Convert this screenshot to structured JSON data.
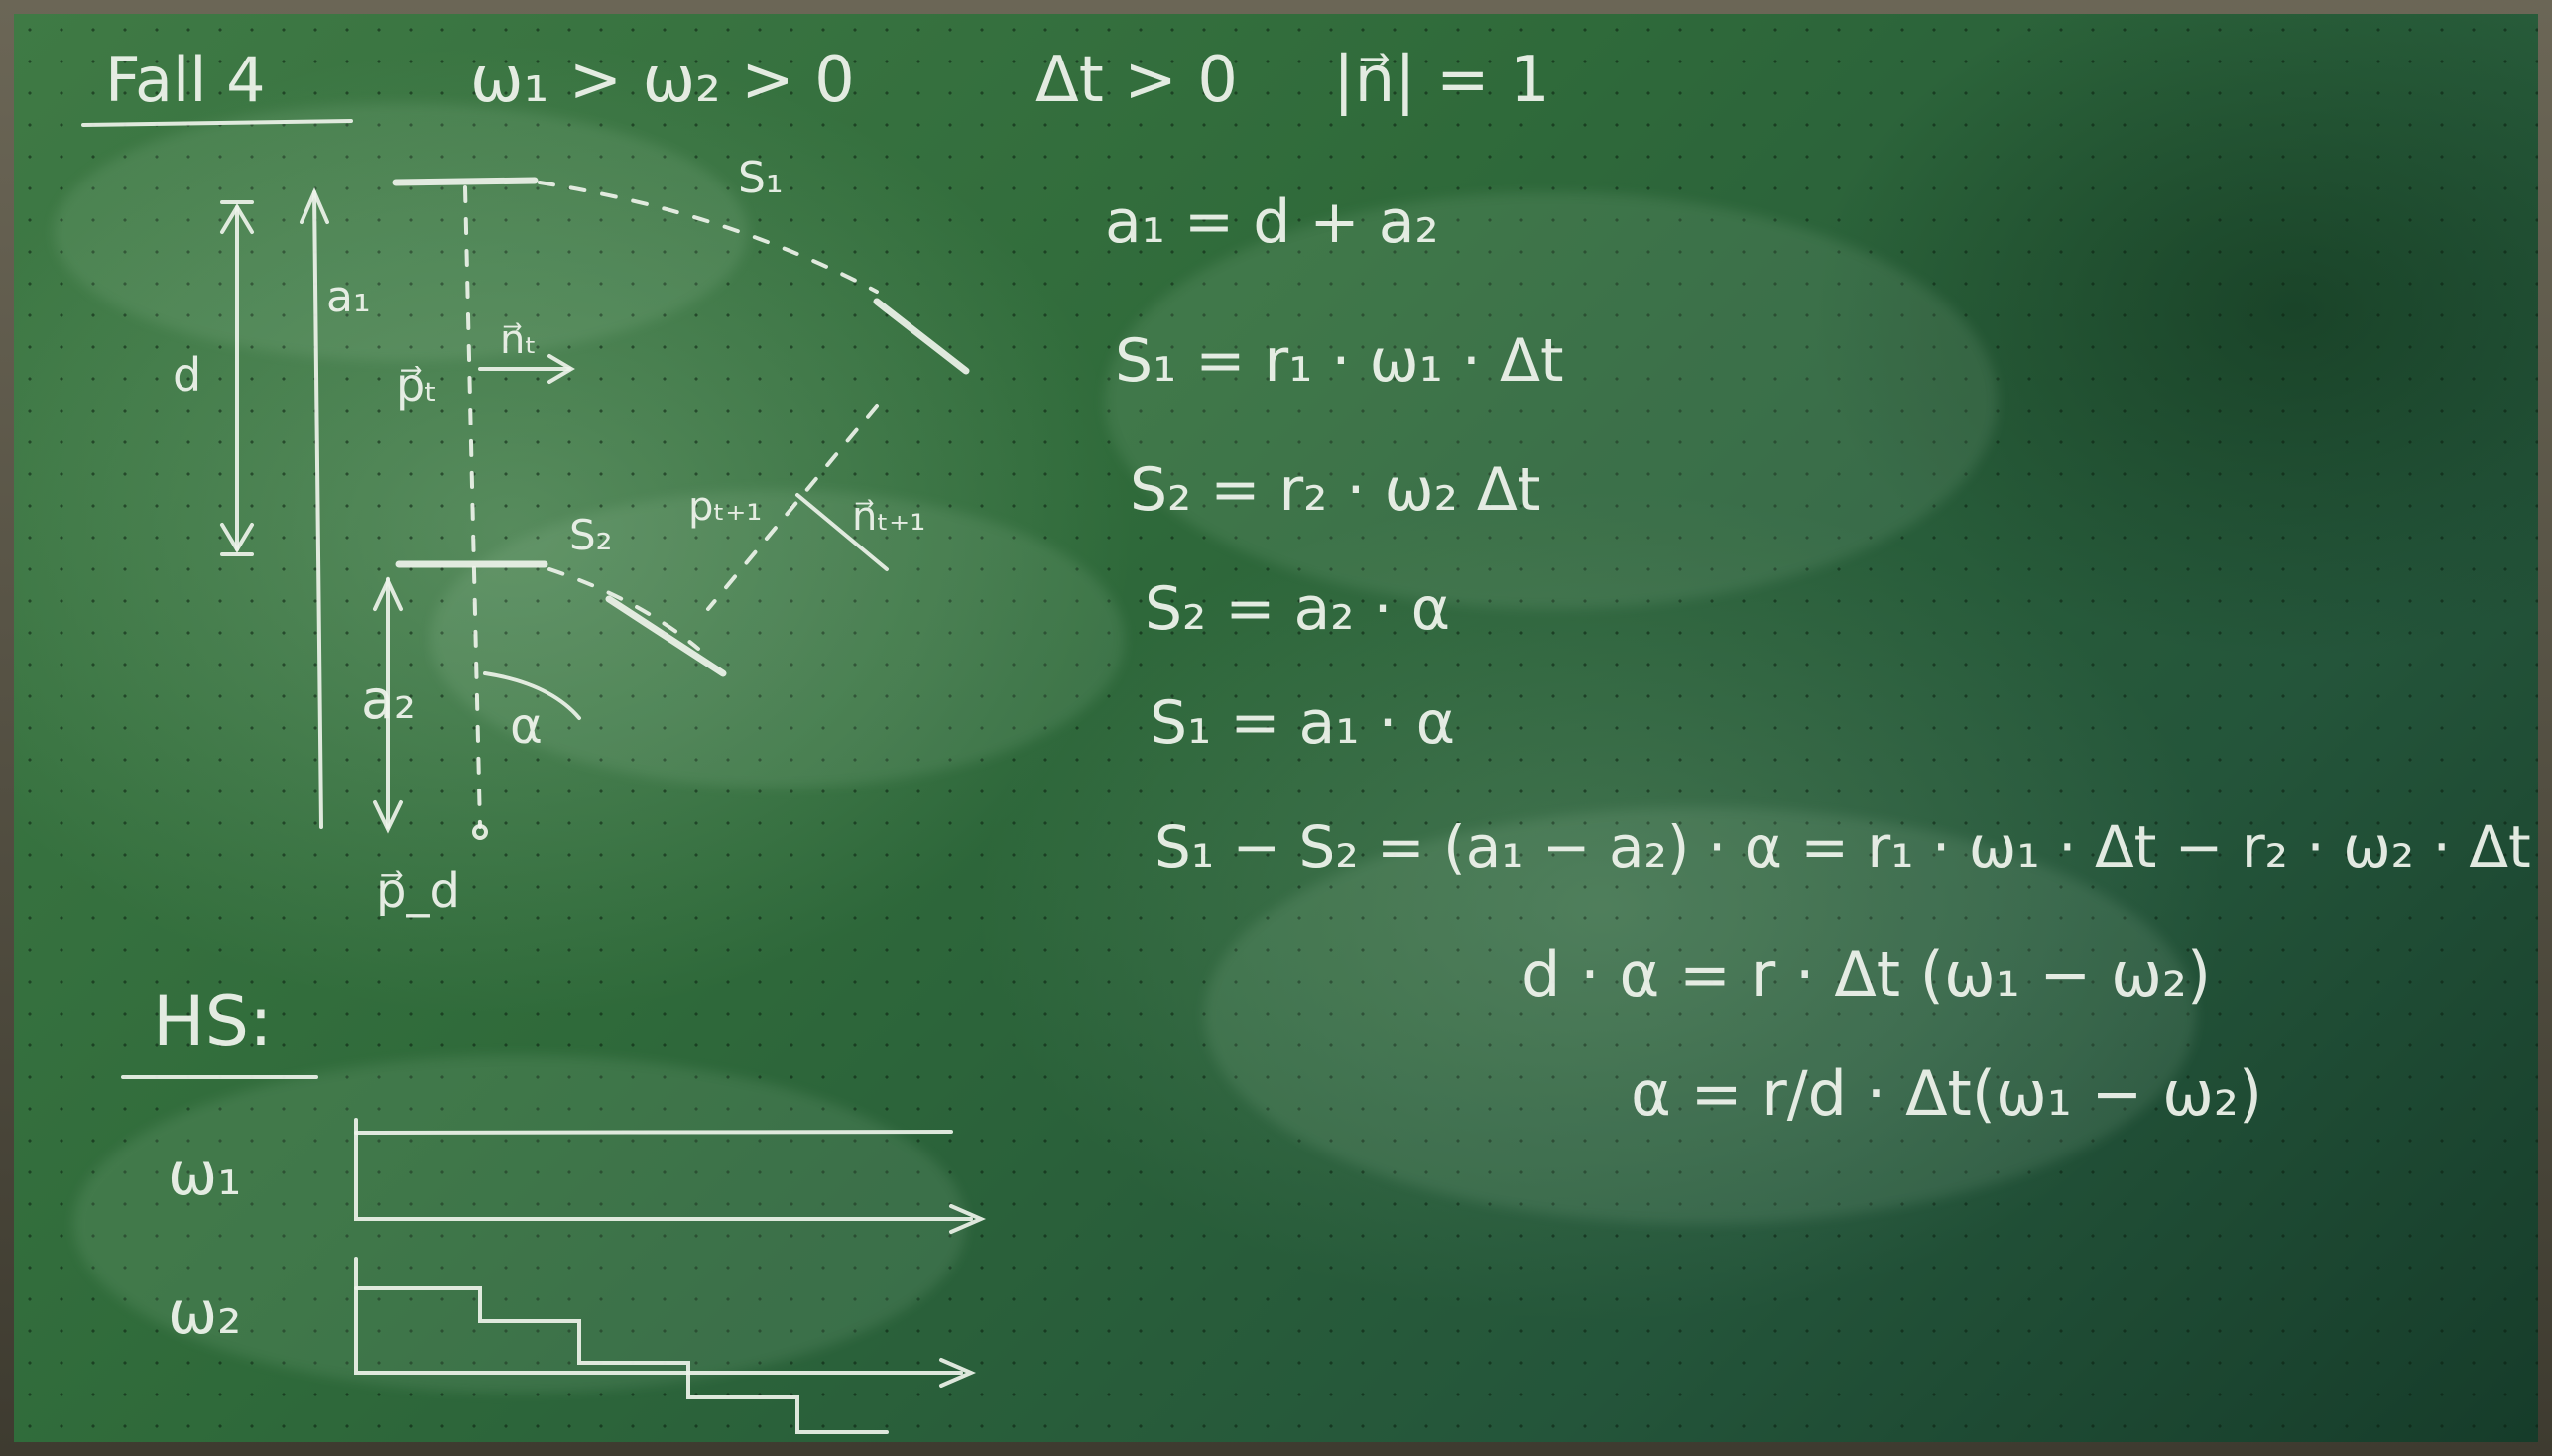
{
  "header": {
    "title": "Fall 4",
    "conditions": [
      "ω₁ > ω₂ > 0",
      "Δt > 0",
      "|n⃗| = 1"
    ]
  },
  "diagram": {
    "labels": {
      "s1": "S₁",
      "s2": "S₂",
      "a1": "a₁",
      "a2": "a₂",
      "d": "d",
      "alpha": "α",
      "pt": "p⃗ₜ",
      "nt": "n⃗ₜ",
      "pt1": "pₜ₊₁",
      "nt1": "n⃗ₜ₊₁",
      "pd": "p⃗_d"
    }
  },
  "equations": [
    "a₁ = d + a₂",
    "S₁ = r₁ · ω₁ · Δt",
    "S₂ = r₂ · ω₂ Δt",
    "S₂ = a₂ · α",
    "S₁ = a₁ · α",
    "S₁ − S₂ = (a₁ − a₂) · α = r₁ · ω₁ · Δt − r₂ · ω₂ · Δt",
    "d · α = r · Δt (ω₁ − ω₂)",
    "α = r/d · Δt(ω₁ − ω₂)"
  ],
  "hs": {
    "label": "HS:",
    "rows": [
      {
        "label": "ω₁"
      },
      {
        "label": "ω₂"
      }
    ]
  },
  "colors": {
    "board": "#2f6a3a",
    "chalk": "#f1f5ee"
  }
}
